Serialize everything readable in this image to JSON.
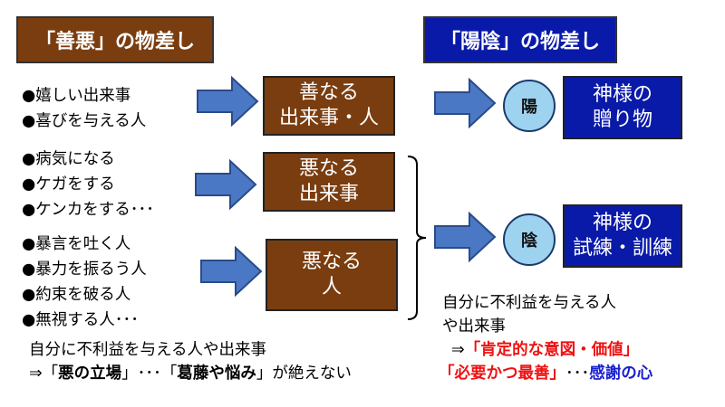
{
  "titles": {
    "left": "「善悪」の物差し",
    "right": "「陽陰」の物差し"
  },
  "groups": [
    {
      "bullets": [
        "●嬉しい出来事",
        "●喜びを与える人"
      ],
      "result": [
        "善なる",
        "出来事・人"
      ]
    },
    {
      "bullets": [
        "●病気になる",
        "●ケガをする",
        "●ケンカをする･･･"
      ],
      "result": [
        "悪なる",
        "出来事"
      ]
    },
    {
      "bullets": [
        "●暴言を吐く人",
        "●暴力を振るう人",
        "●約束を破る人",
        "●無視する人･･･"
      ],
      "result": [
        "悪なる",
        "人"
      ]
    }
  ],
  "yang": {
    "circle": "陽",
    "result": [
      "神様の",
      "贈り物"
    ]
  },
  "yin": {
    "circle": "陰",
    "result": [
      "神様の",
      "試練・訓練"
    ]
  },
  "bottom_left": {
    "line1": "自分に不利益を与える人や出来事",
    "line2_prefix": "⇒「",
    "line2_bold1": "悪の立場",
    "line2_mid": "」･･･「",
    "line2_bold2": "葛藤や悩み",
    "line2_suffix": "」が絶えない"
  },
  "bottom_right": {
    "line1": "自分に不利益を与える人",
    "line2": "や出来事",
    "line3_prefix": "⇒",
    "line3_red": "「肯定的な意図・価値」",
    "line4_red": "「必要かつ最善」",
    "line4_mid": "･･･",
    "line4_navy": "感謝の心"
  },
  "colors": {
    "brown": "#7a3d10",
    "navy": "#0a1aa8",
    "arrow": "#4a78c4",
    "circle": "#9ed3f0",
    "red": "#ee1111"
  }
}
